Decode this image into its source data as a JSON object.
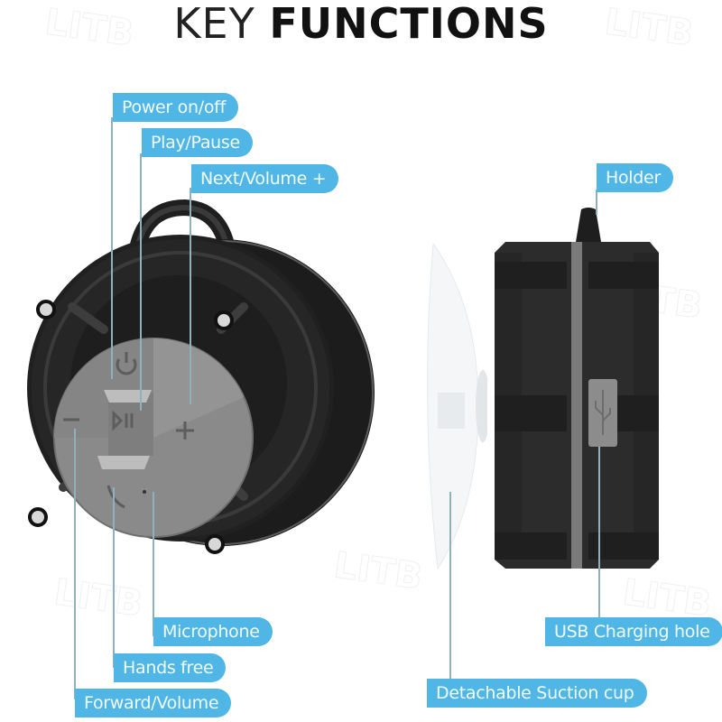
{
  "title": {
    "light": "KEY",
    "bold": "FUNCTIONS"
  },
  "watermark": "LITB",
  "colors": {
    "label_bg": "#4fb6e6",
    "label_text": "#f2fbff",
    "speaker_body": "#262626",
    "button_face": "#8c8c8c",
    "leader_line": "#8fb0bd"
  },
  "labels": {
    "power": "Power on/off",
    "play_pause": "Play/Pause",
    "next_volume_up": "Next/Volume +",
    "holder": "Holder",
    "microphone": "Microphone",
    "hands_free": "Hands free",
    "forward_volume": "Forward/Volume",
    "usb_charging": "USB Charging hole",
    "suction_cup": "Detachable Suction cup"
  },
  "button_icons": {
    "power": "power-icon",
    "play_pause": "play-pause-icon",
    "plus": "plus-icon",
    "minus": "minus-icon",
    "phone": "phone-icon",
    "usb": "usb-icon"
  }
}
